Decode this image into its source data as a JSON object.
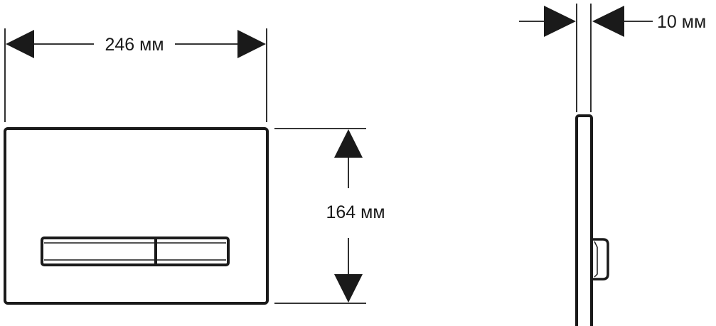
{
  "dimensions": {
    "width_label": "246 мм",
    "height_label": "164 мм",
    "depth_label": "10 мм"
  },
  "colors": {
    "line": "#1a1a1a",
    "background": "#ffffff"
  }
}
